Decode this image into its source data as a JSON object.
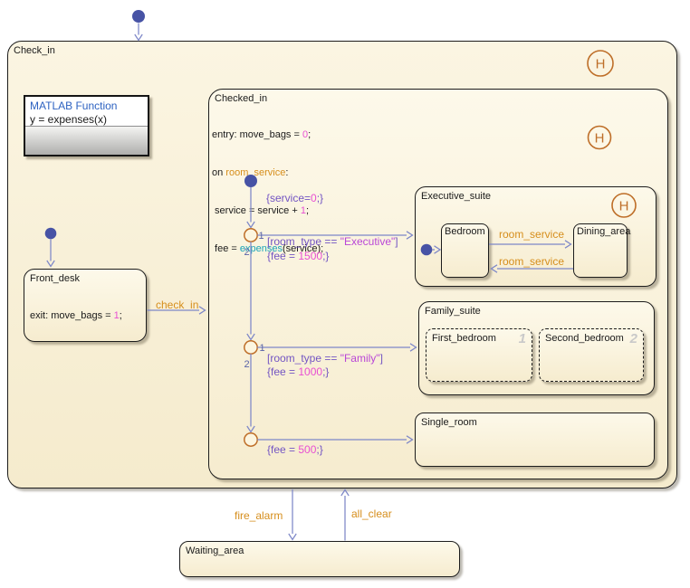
{
  "colors": {
    "canvas_bg": "#FFFFFF",
    "state_fill_top": "#FDF9EA",
    "state_fill_bottom": "#F6ECCF",
    "state_border": "#1C1C1C",
    "line_indigo": "#7D87C8",
    "dot_indigo": "#4753A5",
    "junction_orange": "#BE6E28",
    "junction_fill": "#FCF5DF",
    "event_orange": "#D68E1C",
    "cond_purple": "#7355C3",
    "string_violet": "#B946D7",
    "number_magenta": "#E84FD2",
    "function_teal": "#18A4B8",
    "matlab_blue": "#2D62C1",
    "parallel_gray": "#C9C9C9",
    "order_slate": "#5A64A8",
    "text_black": "#1A1A1A"
  },
  "check_in": {
    "label": "Check_in",
    "history": "H"
  },
  "matlab_function": {
    "title": "MATLAB Function",
    "signature": "y = expenses(x)"
  },
  "checked_in": {
    "label": "Checked_in",
    "history": "H",
    "entry_prefix": "entry: move_bags = ",
    "entry_num": "0",
    "entry_end": ";",
    "on_prefix": "on ",
    "on_event": "room_service",
    "on_end": ":",
    "svc_prefix": " service = service + ",
    "svc_num": "1",
    "svc_end": ";",
    "fee_prefix": " fee = ",
    "fee_func": "expenses",
    "fee_end": "(service);"
  },
  "front_desk": {
    "label": "Front_desk",
    "exit_prefix": "exit: move_bags = ",
    "exit_num": "1",
    "exit_end": ";"
  },
  "executive_suite": {
    "label": "Executive_suite",
    "history": "H",
    "bedroom_label": "Bedroom",
    "dining_label": "Dining_area"
  },
  "family_suite": {
    "label": "Family_suite",
    "first_label": "First_bedroom",
    "first_order": "1",
    "second_label": "Second_bedroom",
    "second_order": "2"
  },
  "single_room": {
    "label": "Single_room"
  },
  "waiting_area": {
    "label": "Waiting_area"
  },
  "transitions": {
    "check_in": "check_in",
    "fire_alarm": "fire_alarm",
    "all_clear": "all_clear",
    "room_service_top": "room_service",
    "room_service_bottom": "room_service",
    "service_init": {
      "prefix": "{service=",
      "num": "0",
      "end": ";}"
    },
    "exec_cond": {
      "prefix": "[room_type == ",
      "str": "\"Executive\"",
      "end": "]"
    },
    "exec_fee": {
      "prefix": "{fee = ",
      "num": "1500",
      "end": ";}"
    },
    "family_cond": {
      "prefix": "[room_type == ",
      "str": "\"Family\"",
      "end": "]"
    },
    "family_fee": {
      "prefix": "{fee = ",
      "num": "1000",
      "end": ";}"
    },
    "single_fee": {
      "prefix": "{fee = ",
      "num": "500",
      "end": ";}"
    }
  },
  "junctions": {
    "j1_order_out": "1",
    "j1_order_down": "2",
    "j2_order_out": "1",
    "j2_order_down": "2"
  }
}
